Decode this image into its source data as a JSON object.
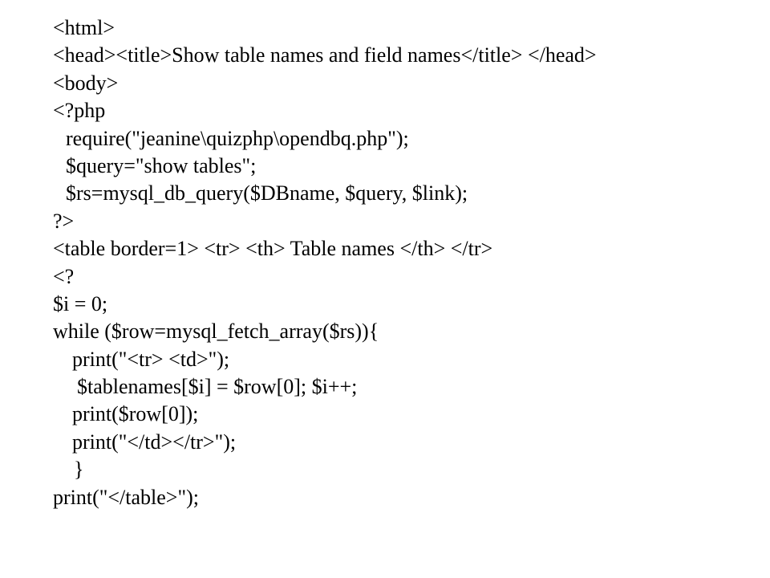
{
  "code_lines": [
    "<html>",
    "<head><title>Show table names and field names</title> </head>",
    "<body>",
    "<?php",
    "require(\"jeanine\\quizphp\\opendbq.php\");",
    "$query=\"show tables\";",
    "$rs=mysql_db_query($DBname, $query, $link);",
    "?>",
    "<table border=1> <tr> <th> Table names </th> </tr>",
    "<?",
    "$i = 0;",
    "while ($row=mysql_fetch_array($rs)){",
    "print(\"<tr> <td>\");",
    "$tablenames[$i] = $row[0]; $i++;",
    "print($row[0]);",
    "print(\"</td></tr>\");",
    "}",
    "print(\"</table>\");"
  ]
}
